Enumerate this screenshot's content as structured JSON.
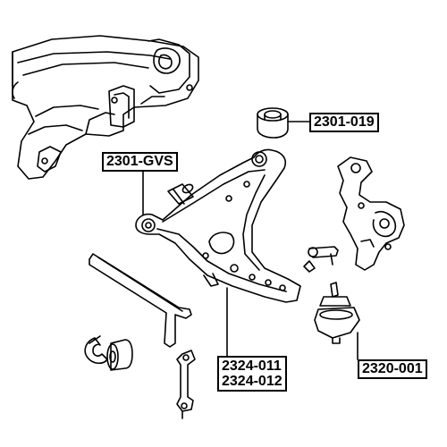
{
  "parts": [
    {
      "id": "bushing",
      "label": "2301-019"
    },
    {
      "id": "arm-bushing",
      "label": "2301-GVS"
    },
    {
      "id": "control-arm-left",
      "label": "2324-011"
    },
    {
      "id": "control-arm-right",
      "label": "2324-012"
    },
    {
      "id": "ball-joint",
      "label": "2320-001"
    }
  ],
  "colors": {
    "line": "#000000",
    "background": "#ffffff"
  }
}
